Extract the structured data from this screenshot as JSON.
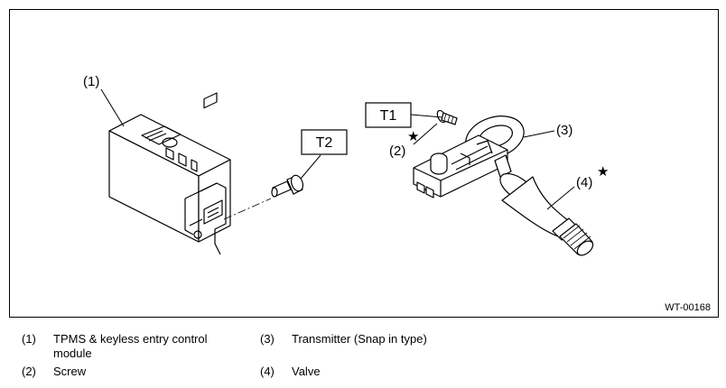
{
  "figure": {
    "code": "WT-00168",
    "callouts": {
      "module": "(1)",
      "screw": "(2)",
      "transmitter": "(3)",
      "valve": "(4)"
    },
    "torque_labels": {
      "t1": "T1",
      "t2": "T2"
    },
    "star_symbol": "★"
  },
  "legend": {
    "items": [
      {
        "num": "(1)",
        "text": "TPMS & keyless entry control module"
      },
      {
        "num": "(2)",
        "text": "Screw"
      },
      {
        "num": "(3)",
        "text": "Transmitter (Snap in type)"
      },
      {
        "num": "(4)",
        "text": "Valve"
      }
    ]
  }
}
